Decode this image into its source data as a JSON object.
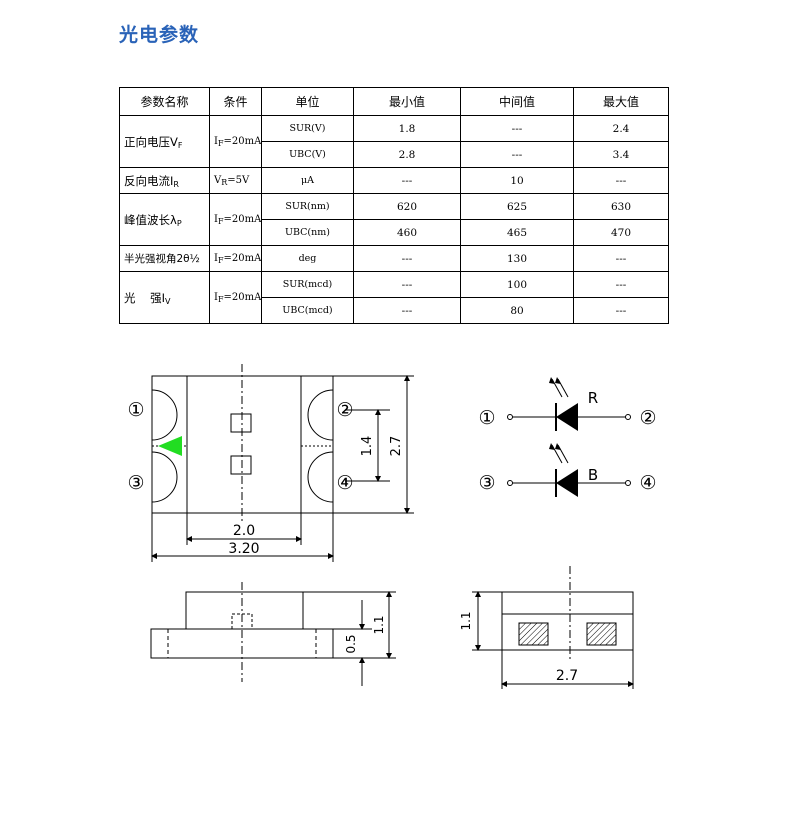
{
  "section_title": "光电参数",
  "table": {
    "headers": [
      "参数名称",
      "条件",
      "单位",
      "最小值",
      "中间值",
      "最大值"
    ],
    "groups": [
      {
        "name": "正向电压",
        "name_sym": "V",
        "name_sub": "F",
        "cond": "I",
        "cond_sub": "F",
        "cond_rest": "=20mA",
        "rows": [
          {
            "unit": "SUR(V)",
            "min": "1.8",
            "typ": "---",
            "max": "2.4"
          },
          {
            "unit": "UBC(V)",
            "min": "2.8",
            "typ": "---",
            "max": "3.4"
          }
        ]
      },
      {
        "name": "反向电流",
        "name_sym": "I",
        "name_sub": "R",
        "cond": "V",
        "cond_sub": "R",
        "cond_rest": "=5V",
        "rows": [
          {
            "unit": "μA",
            "min": "---",
            "typ": "10",
            "max": "---"
          }
        ]
      },
      {
        "name": "峰值波长",
        "name_sym": "λ",
        "name_sub": "P",
        "cond": "I",
        "cond_sub": "F",
        "cond_rest": "=20mA",
        "rows": [
          {
            "unit": "SUR(nm)",
            "min": "620",
            "typ": "625",
            "max": "630"
          },
          {
            "unit": "UBC(nm)",
            "min": "460",
            "typ": "465",
            "max": "470"
          }
        ]
      },
      {
        "name": "半光强视角2θ½",
        "name_sym": "",
        "name_sub": "",
        "cond": "I",
        "cond_sub": "F",
        "cond_rest": "=20mA",
        "rows": [
          {
            "unit": "deg",
            "min": "---",
            "typ": "130",
            "max": "---"
          }
        ]
      },
      {
        "name": "光    强",
        "name_sym": "I",
        "name_sub": "V",
        "cond": "I",
        "cond_sub": "F",
        "cond_rest": "=20mA",
        "rows": [
          {
            "unit": "SUR(mcd)",
            "min": "---",
            "typ": "100",
            "max": "---"
          },
          {
            "unit": "UBC(mcd)",
            "min": "---",
            "typ": "80",
            "max": "---"
          }
        ]
      }
    ]
  },
  "drawing": {
    "pins": [
      "①",
      "②",
      "③",
      "④"
    ],
    "dim_1_4": "1.4",
    "dim_2_7": "2.7",
    "dim_2_0": "2.0",
    "dim_3_20": "3.20",
    "dim_0_5": "0.5",
    "dim_1_1": "1.1",
    "dim_1_1_side": "1.1",
    "dim_2_7_side": "2.7",
    "schematic_r": "R",
    "schematic_b": "B",
    "marker_color": "#22dd22"
  }
}
